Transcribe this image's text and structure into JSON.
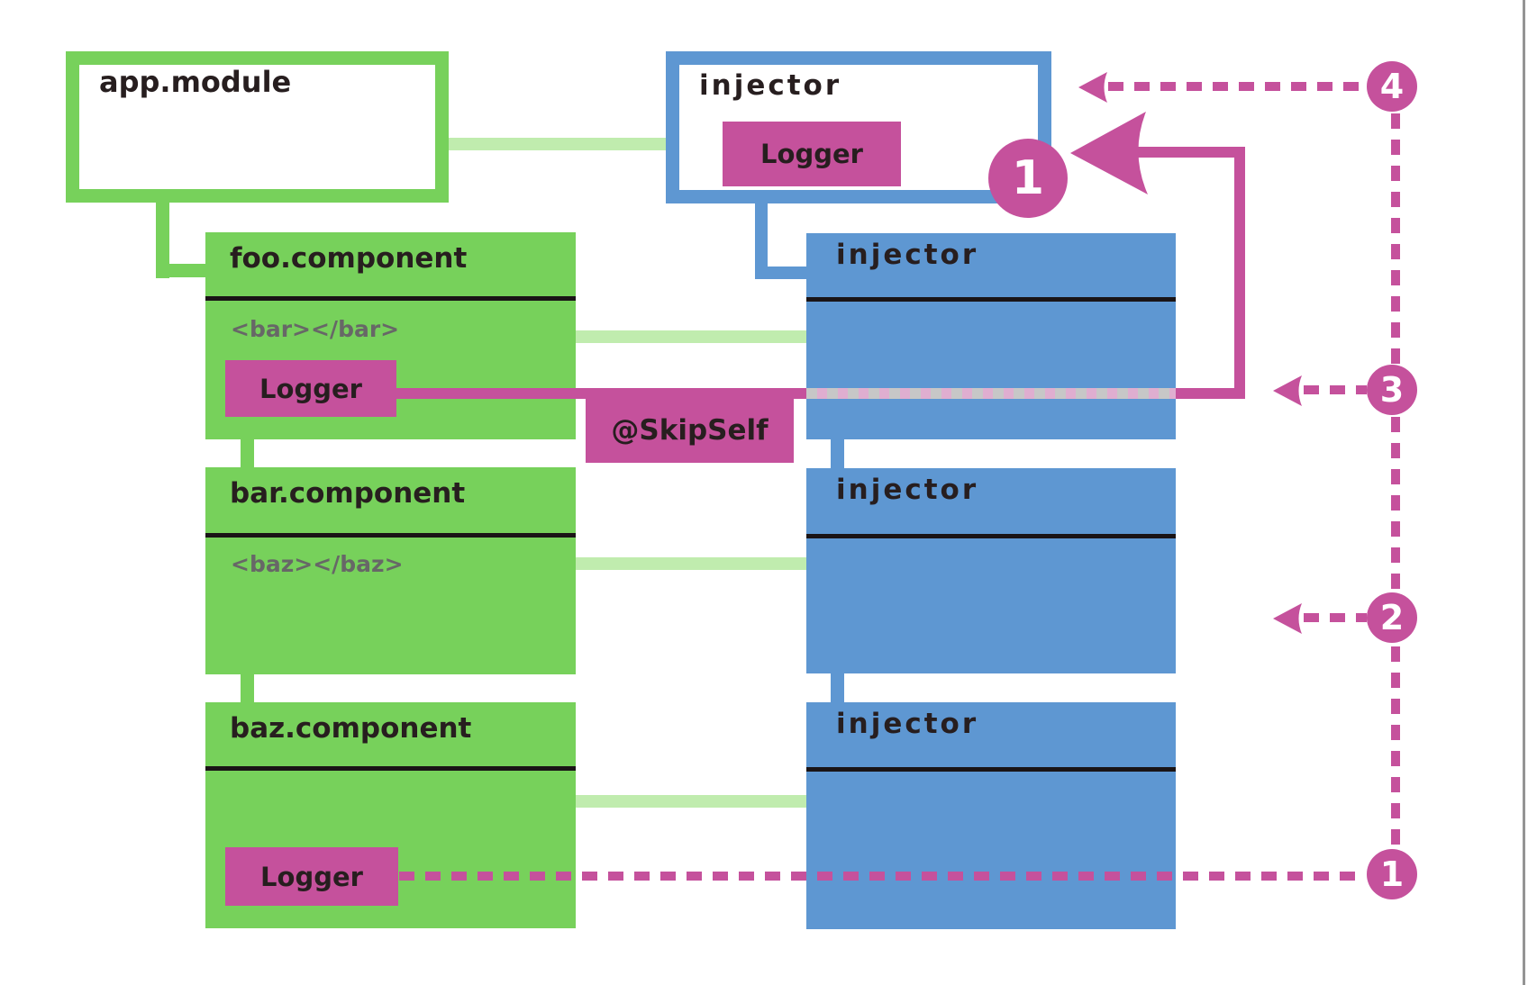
{
  "colors": {
    "component_green": "#77d15b",
    "link_light_green": "#c0ecae",
    "injector_blue": "#5e97d2",
    "accent_pink": "#c5519c",
    "dotted_gray": "#c7c7c7",
    "text_ink": "#271e1f",
    "code_gray": "#676767"
  },
  "app_module": {
    "title": "app.module"
  },
  "root_injector": {
    "title": "injector",
    "provider_label": "Logger"
  },
  "components": [
    {
      "title": "foo.component",
      "element_tag": "<bar></bar>",
      "provider_label": "Logger"
    },
    {
      "title": "bar.component",
      "element_tag": "<baz></baz>"
    },
    {
      "title": "baz.component",
      "provider_label": "Logger"
    }
  ],
  "injectors": [
    {
      "title": "injector"
    },
    {
      "title": "injector"
    },
    {
      "title": "injector"
    }
  ],
  "decorator": {
    "label": "@SkipSelf"
  },
  "resolution_badge": {
    "label": "1"
  },
  "step_markers": [
    {
      "label": "4"
    },
    {
      "label": "3"
    },
    {
      "label": "2"
    },
    {
      "label": "1"
    }
  ]
}
